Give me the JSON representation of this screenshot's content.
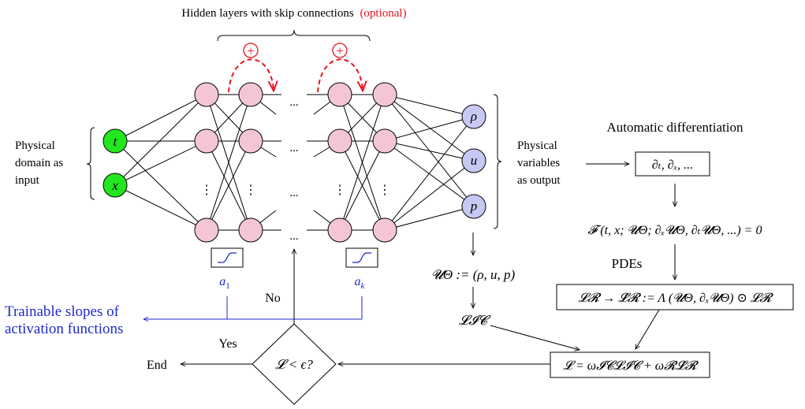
{
  "title": {
    "main": "Hidden layers with skip connections",
    "optional": "(optional)"
  },
  "labels": {
    "input_group": [
      "Physical",
      "domain as",
      "input"
    ],
    "output_group": [
      "Physical",
      "variables",
      "as output"
    ],
    "auto_diff": "Automatic differentiation",
    "pdes": "PDEs",
    "trainable": [
      "Trainable slopes of",
      "activation functions"
    ],
    "no": "No",
    "yes": "Yes",
    "end": "End"
  },
  "nodes": {
    "inputs": [
      "t",
      "x"
    ],
    "outputs": [
      "ρ",
      "u",
      "p"
    ],
    "skip_symbol": "+",
    "ellipsis": "...",
    "vdots": "⋮"
  },
  "activation_labels": {
    "first": {
      "base": "a",
      "sub": "1"
    },
    "last": {
      "base": "a",
      "sub": "k"
    }
  },
  "equations": {
    "derivatives": "∂ₜ, ∂ₓ, ...",
    "pde_residual": "𝓕 (t, x; 𝓤Θ; ∂ₓ𝓤Θ, ∂ₜ𝓤Θ, ...) = 0",
    "solution": "𝓤Θ := (ρ, u, p)",
    "ic_loss": "𝓛𝓘𝓒",
    "residual_loss": "𝓛𝓡 → 𝓛̂𝓡 := Λ (𝓤Θ, ∂ₓ𝓤Θ) ⊙ 𝓛𝓡",
    "total_loss": "𝓛 = ω𝓘𝓒𝓛𝓘𝓒 + ω𝓡𝓛̂𝓡",
    "stop_condition": "𝓛 < ϵ?"
  },
  "colors": {
    "hidden_fill": "#f4c6d4",
    "input_fill": "#22e61e",
    "output_fill": "#c8c8f4",
    "skip": "#e8141e",
    "optional_text": "#e8141e",
    "activation_text": "#1e28d2",
    "trainable_text": "#1e28d2"
  }
}
